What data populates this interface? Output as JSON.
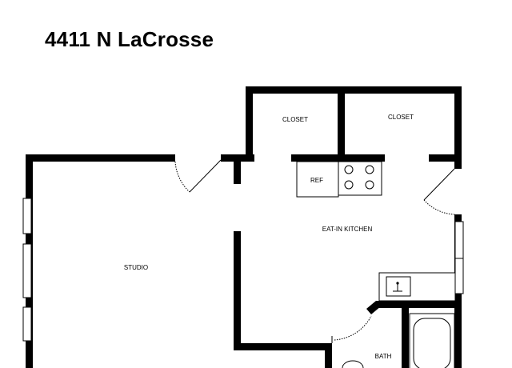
{
  "header": {
    "title": "4411 N LaCrosse"
  },
  "rooms": {
    "studio": "STUDIO",
    "eat_in_kitchen": "EAT-IN KITCHEN",
    "closet_left": "CLOSET",
    "closet_right": "CLOSET",
    "bath": "BATH"
  },
  "fixtures": {
    "refrigerator": "REF"
  },
  "colors": {
    "wall": "#000000",
    "background": "#ffffff",
    "window": "#ffffff"
  }
}
